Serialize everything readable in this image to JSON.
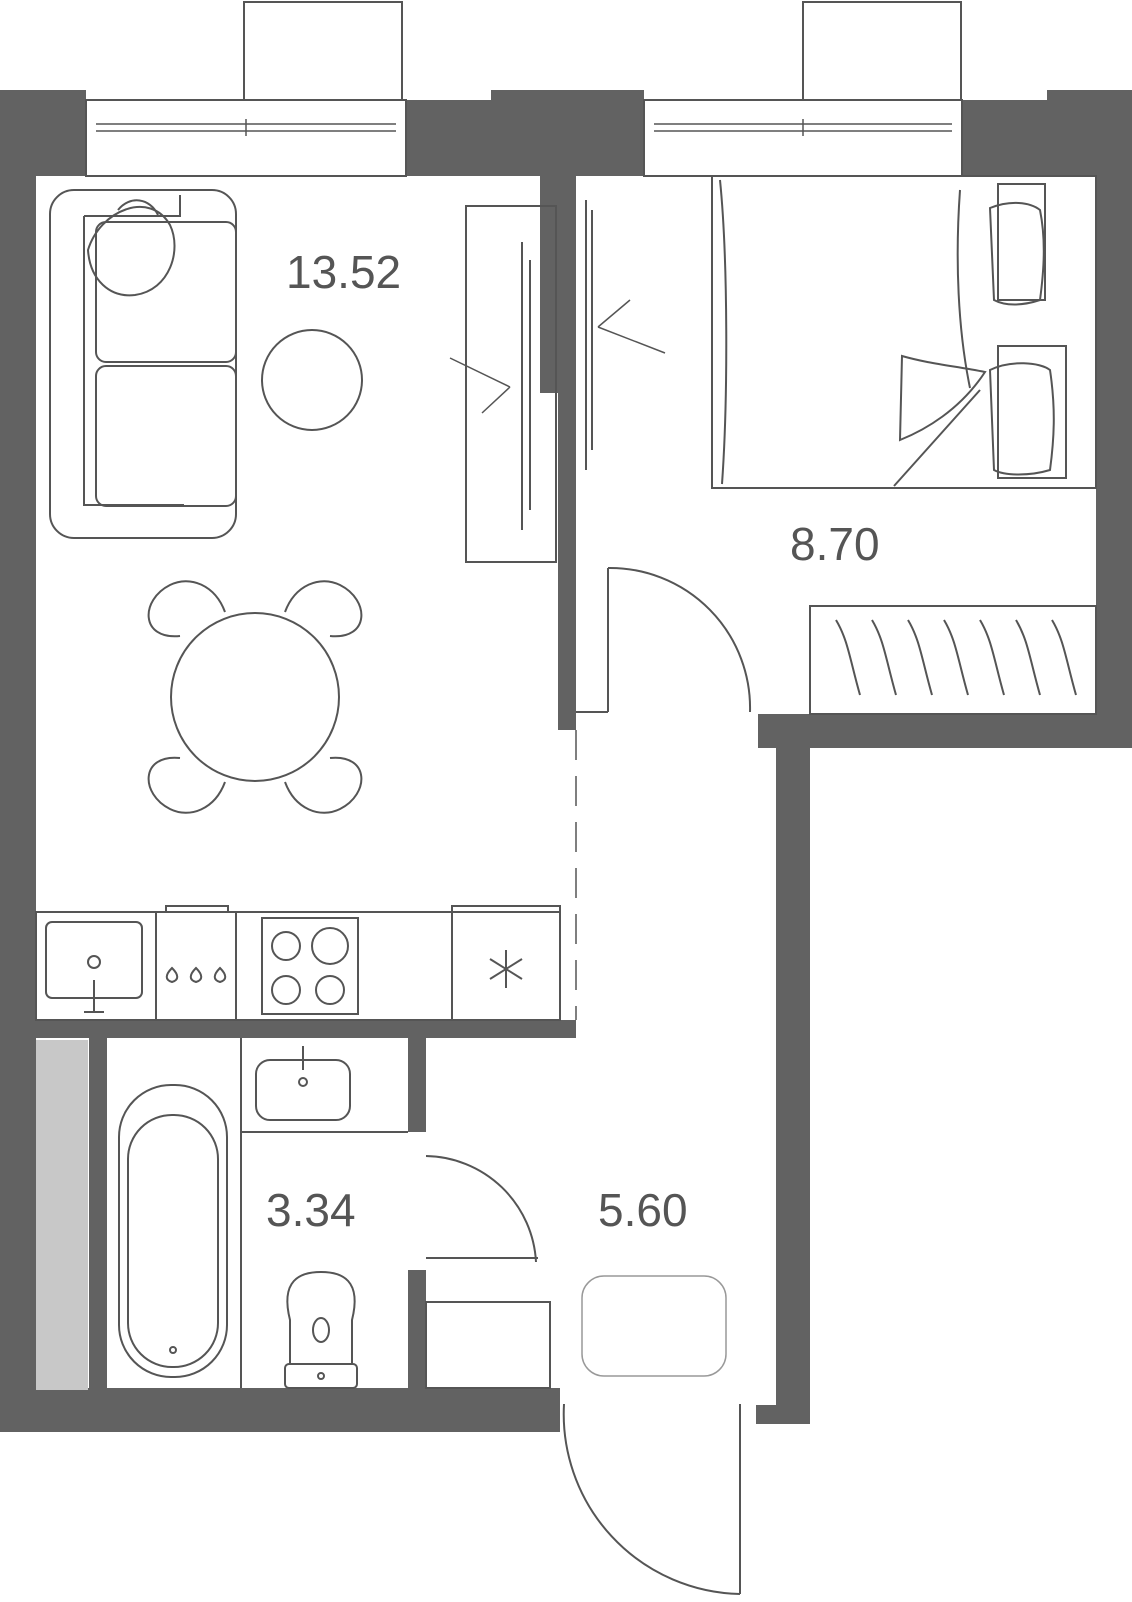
{
  "colors": {
    "wall": "#626262",
    "line": "#555555",
    "niche": "#c8c8c8",
    "background": "#ffffff"
  },
  "rooms": [
    {
      "id": "living-kitchen",
      "area": "13.52"
    },
    {
      "id": "bedroom",
      "area": "8.70"
    },
    {
      "id": "bathroom",
      "area": "3.34"
    },
    {
      "id": "hallway",
      "area": "5.60"
    }
  ],
  "icons": [
    "sofa-icon",
    "armchair-icon",
    "coffee-table-icon",
    "tv-stand-icon",
    "dining-table-icon",
    "chair-icon",
    "bed-icon",
    "pillow-icon",
    "wardrobe-icon",
    "hanger-icon",
    "kitchen-sink-icon",
    "gas-stove-icon",
    "cooktop-icon",
    "fridge-icon",
    "bathtub-icon",
    "washbasin-icon",
    "toilet-icon",
    "rug-icon",
    "door-icon",
    "window-icon"
  ]
}
